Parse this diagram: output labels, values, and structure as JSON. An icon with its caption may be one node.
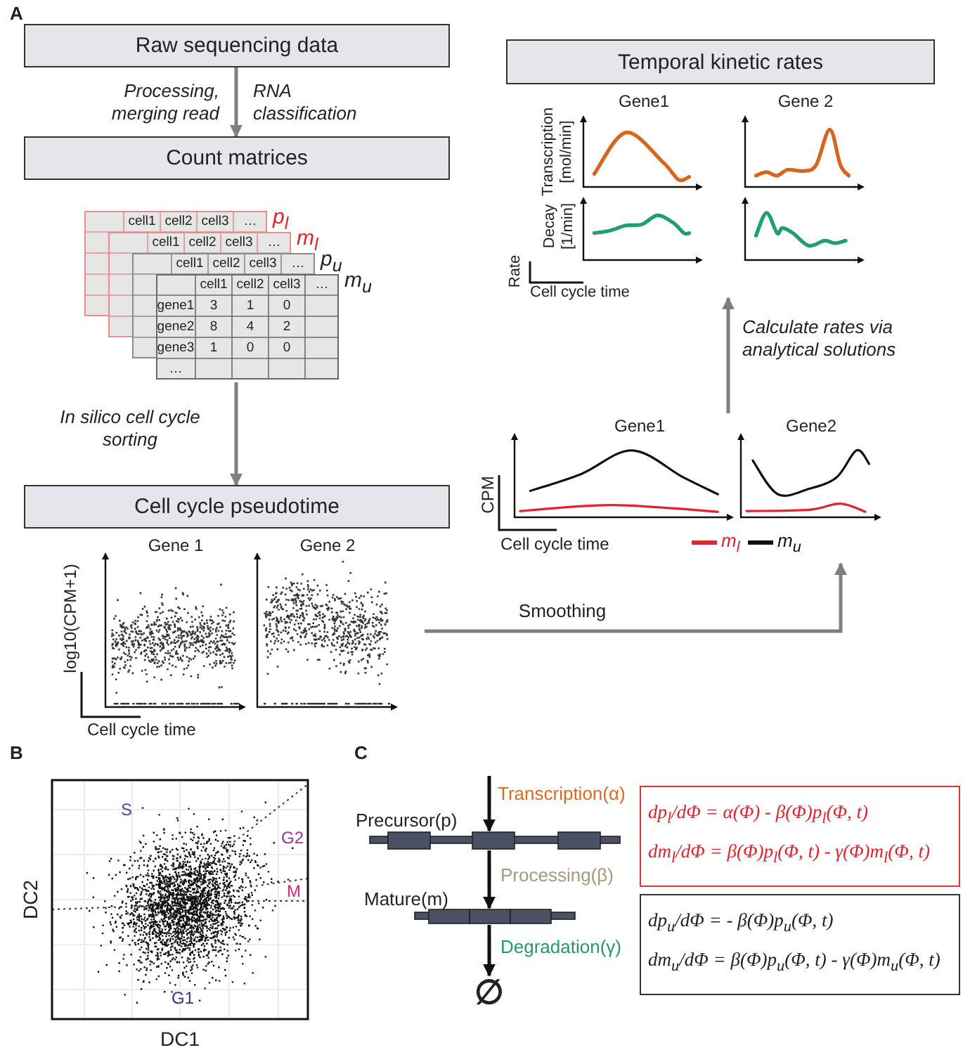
{
  "diagram": {
    "nodes": [
      {
        "text": [
          "Raw sequencing data"
        ]
      },
      {
        "text": [
          "Count matrices"
        ]
      },
      {
        "text": [
          "p$_{l}$",
          "m$_{l}$",
          "p$_{u}$",
          "m$_{u}$"
        ]
      },
      {
        "text": [
          "Cell cycle pseudotime"
        ]
      },
      {
        "text": [
          "Gene 1",
          "Gene 2",
          "log10(CPM+1)",
          "Cell cycle time"
        ]
      },
      {
        "text": [
          "Temporal kinetic rates"
        ]
      },
      {
        "text": [
          "Gene1",
          "Gene 2",
          "Transcription [mol/min]",
          "Decay [1/min]",
          "Rate",
          "Cell cycle time"
        ]
      },
      {
        "text": [
          "Gene1",
          "Gene2",
          "CPM",
          "Cell cycle time"
        ]
      },
      {
        "text": [
          "Precursor(p)"
        ]
      },
      {
        "text": [
          "Mature(m)"
        ]
      },
      {
        "text": [
          "∅"
        ]
      },
      {
        "text": [
          "dp$_{l}$/dΦ = α(Φ) - β(Φ)p$_{l}$(Φ, t)",
          "dm$_{l}$/dΦ = β(Φ)p$_{l}$(Φ, t) - γ(Φ)m$_{l}$(Φ, t)"
        ]
      },
      {
        "text": [
          "dp$_{u}$/dΦ = - β(Φ)p$_{u}$(Φ, t)",
          "dm$_{u}$/dΦ = β(Φ)p$_{u}$(Φ, t) - γ(Φ)m$_{u}$(Φ, t)"
        ]
      }
    ],
    "edges": [
      {
        "from": 0,
        "to": 1,
        "arrow": "to",
        "label": "Processing, merging read"
      },
      {
        "from": 2,
        "to": 3,
        "arrow": "to",
        "label": "In silico cell cycle sorting"
      },
      {
        "from": 4,
        "to": 7,
        "arrow": "to",
        "label": "Smoothing"
      },
      {
        "from": 7,
        "to": 6,
        "arrow": "to",
        "label": "Calculate rates via analytical solutions"
      },
      {
        "from": null,
        "to": 8,
        "arrow": "to",
        "label": "Transcription(α)",
        "color": "#111111"
      },
      {
        "from": 8,
        "to": 9,
        "arrow": "to",
        "label": "Processing(β)",
        "color": "#111111"
      },
      {
        "from": 9,
        "to": 10,
        "arrow": "to",
        "label": "Degradation(γ)",
        "color": "#111111"
      }
    ],
    "labels": [
      "A",
      "RNA classification",
      "cell1",
      "cell2",
      "cell3",
      "…",
      "cell1",
      "cell2",
      "cell3",
      "…",
      "cell1",
      "cell2",
      "cell3",
      "…",
      "cell1",
      "cell2",
      "cell3",
      "…",
      "gene1",
      "3",
      "1",
      "0",
      "gene2",
      "8",
      "4",
      "2",
      "gene3",
      "1",
      "0",
      "0",
      "…",
      "B",
      "S",
      "G2",
      "M",
      "G1",
      "DC2",
      "DC1",
      "C"
    ],
    "legend": [
      {
        "text": "m$_{l}$"
      },
      {
        "text": "m$_{u}$"
      }
    ]
  }
}
